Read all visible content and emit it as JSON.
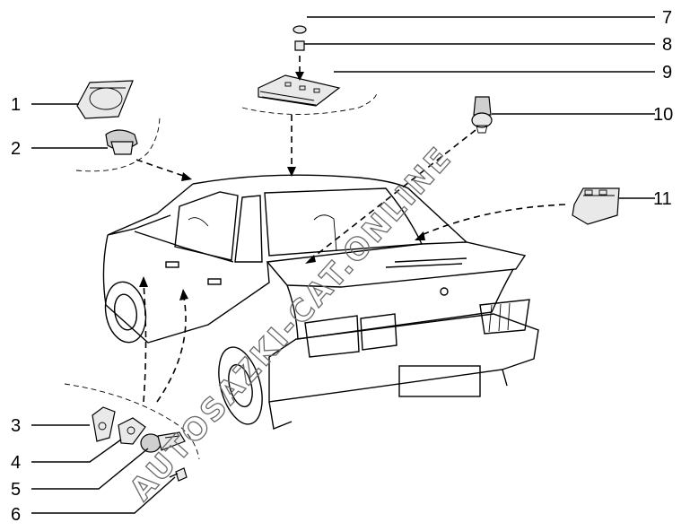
{
  "diagram": {
    "callouts": [
      {
        "number": "1"
      },
      {
        "number": "2"
      },
      {
        "number": "3"
      },
      {
        "number": "4"
      },
      {
        "number": "5"
      },
      {
        "number": "6"
      },
      {
        "number": "7"
      },
      {
        "number": "8"
      },
      {
        "number": "9"
      },
      {
        "number": "10"
      },
      {
        "number": "11"
      }
    ],
    "watermark": "AUTOSAZKI-CAT.ONLINE"
  }
}
